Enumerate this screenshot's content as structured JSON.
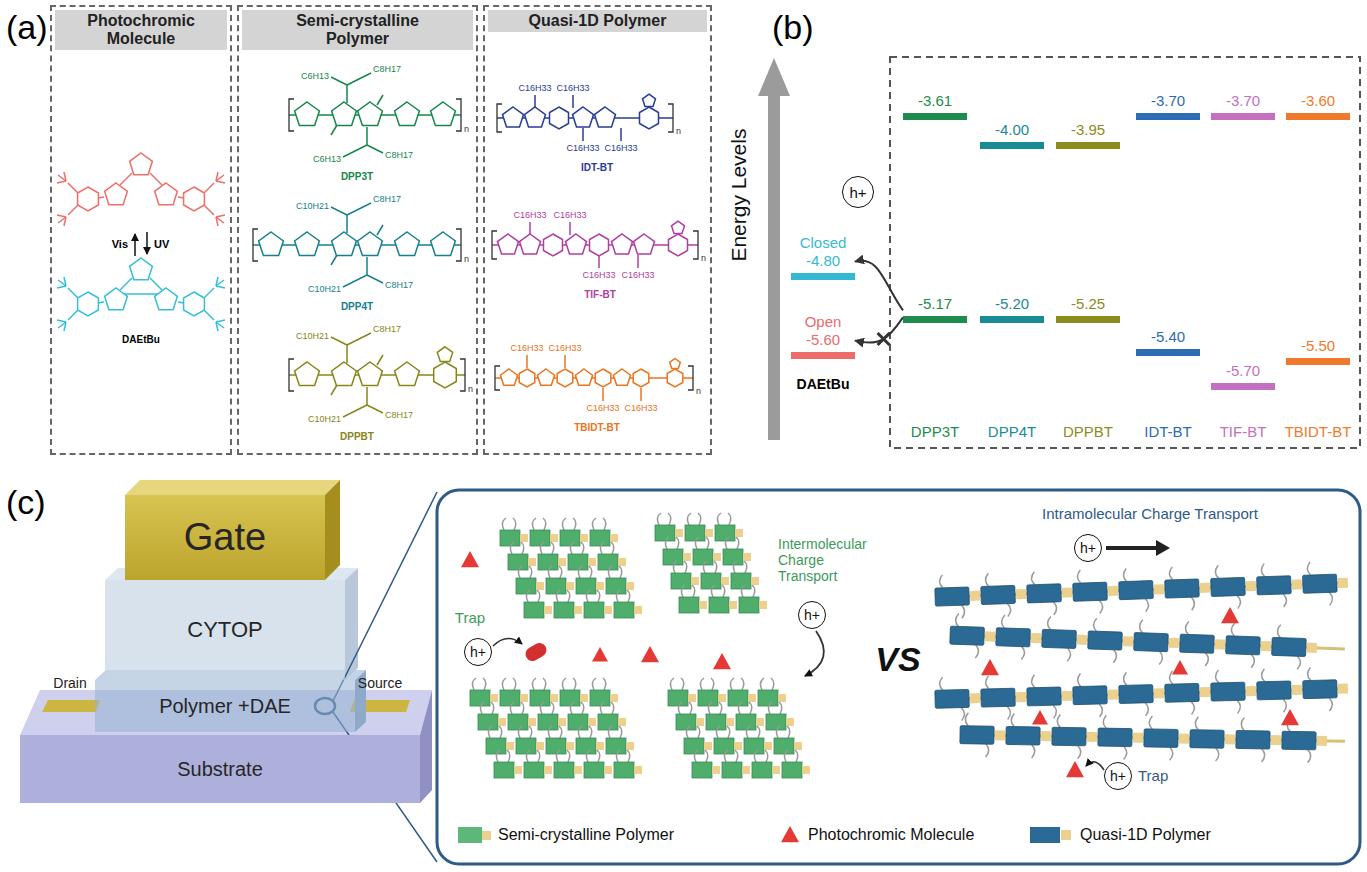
{
  "diagram": {
    "nodes": [
      {
        "text": [
          "Photochromic Molecule"
        ]
      },
      {
        "text": [
          "Semi-crystalline Polymer"
        ]
      },
      {
        "text": [
          "Quasi-1D Polymer"
        ]
      },
      {
        "text": [
          "h+"
        ]
      },
      {
        "text": [
          "Closed",
          "-4.80"
        ]
      },
      {
        "text": [
          "Open",
          "-5.60"
        ]
      },
      {
        "text": [
          "-3.61"
        ]
      },
      {
        "text": [
          "-4.00"
        ]
      },
      {
        "text": [
          "-3.95"
        ]
      },
      {
        "text": [
          "-3.70"
        ]
      },
      {
        "text": [
          "-3.70"
        ]
      },
      {
        "text": [
          "-3.60"
        ]
      },
      {
        "text": [
          "-5.17"
        ]
      },
      {
        "text": [
          "-5.20"
        ]
      },
      {
        "text": [
          "-5.25"
        ]
      },
      {
        "text": [
          "-5.40"
        ]
      },
      {
        "text": [
          "-5.70"
        ]
      },
      {
        "text": [
          "-5.50"
        ]
      },
      {
        "text": [
          "Gate"
        ]
      },
      {
        "text": [
          "CYTOP"
        ]
      },
      {
        "text": [
          "Polymer +DAE"
        ]
      },
      {
        "text": [
          "Substrate"
        ]
      },
      {
        "text": [
          "h+"
        ]
      },
      {
        "text": [
          "h+"
        ]
      },
      {
        "text": [
          "h+"
        ]
      },
      {
        "text": [
          "h+"
        ]
      }
    ],
    "edges": [
      {
        "from": 12,
        "to": 4,
        "arrow": "to"
      },
      {
        "from": 12,
        "to": 5,
        "arrow": "to"
      }
    ],
    "labels": [
      "(a)",
      "DAEtBu",
      "Vis",
      "UV",
      "C8H17",
      "C6H13",
      "C6H13",
      "C8H17",
      "n",
      "DPP3T",
      "C8H17",
      "C10H21",
      "C10H21",
      "C8H17",
      "n",
      "DPP4T",
      "C8H17",
      "C10H21",
      "C10H21",
      "C8H17",
      "n",
      "DPPBT",
      "C16H33",
      "C16H33",
      "C16H33",
      "C16H33",
      "n",
      "IDT-BT",
      "C16H33",
      "C16H33",
      "C16H33",
      "C16H33",
      "n",
      "TIF-BT",
      "C16H33",
      "C16H33",
      "C16H33",
      "C16H33",
      "n",
      "TBIDT-BT",
      "(b)",
      "Energy Levels",
      "DAEtBu",
      "DPP3T",
      "DPP4T",
      "DPPBT",
      "IDT-BT",
      "TIF-BT",
      "TBIDT-BT",
      "(c)",
      "Drain",
      "Source",
      "Trap",
      "Intermolecular Charge Transport",
      "VS",
      "Intramolecular Charge Transport",
      "Trap"
    ],
    "legend": [
      {
        "text": "Semi-crystalline Polymer",
        "color": "#5cb87a"
      },
      {
        "text": "Photochromic Molecule"
      },
      {
        "text": "Quasi-1D Polymer",
        "color": "#2a6a94"
      }
    ]
  }
}
